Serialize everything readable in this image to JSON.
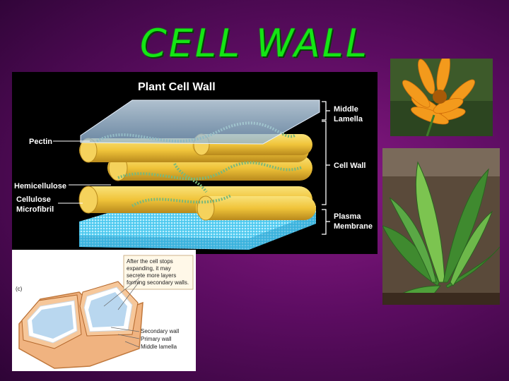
{
  "slide": {
    "title": "CELL WALL"
  },
  "main_diagram": {
    "title": "Plant Cell Wall",
    "labels": {
      "middle_lamella_1": "Middle",
      "middle_lamella_2": "Lamella",
      "cell_wall": "Cell Wall",
      "plasma_1": "Plasma",
      "plasma_2": "Membrane",
      "pectin": "Pectin",
      "hemicellulose": "Hemicellulose",
      "cellulose_1": "Cellulose",
      "cellulose_2": "Microfibril"
    }
  },
  "secondary_diagram": {
    "panel_label": "(c)",
    "callout": [
      "After the cell stops",
      "expanding, it may",
      "secrete more layers",
      "forming secondary walls."
    ],
    "legend": [
      "Secondary wall",
      "Primary wall",
      "Middle lamella"
    ]
  },
  "colors": {
    "title_green": "#14e614",
    "background": "#6a1070",
    "membrane_blue": "#4cc8ee",
    "fiber_yellow": "#f0c43a"
  }
}
